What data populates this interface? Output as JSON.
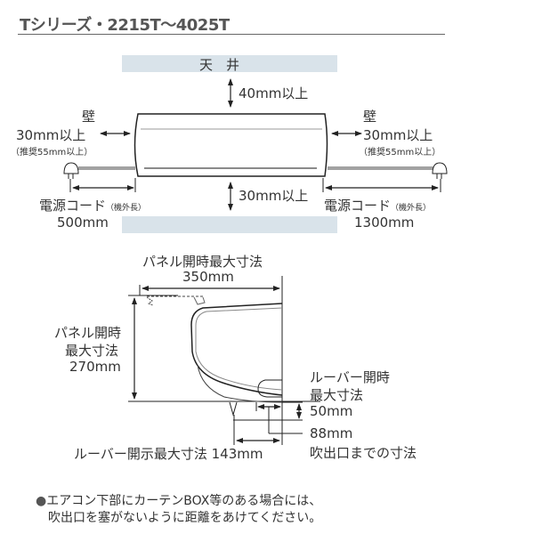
{
  "title": "Tシリーズ・2215T〜4025T",
  "top_view": {
    "ceiling_label": "天　井",
    "top_clearance": "40mm以上",
    "bottom_clearance": "30mm以上",
    "left": {
      "wall_label": "壁",
      "clearance": "30mm以上",
      "recommended": "（推奨55mm以上）",
      "cord_label": "電源コード",
      "cord_note": "（機外長）",
      "cord_length": "500mm"
    },
    "right": {
      "wall_label": "壁",
      "clearance": "30mm以上",
      "recommended": "（推奨55mm以上）",
      "cord_label": "電源コード",
      "cord_note": "（機外長）",
      "cord_length": "1300mm"
    }
  },
  "side_view": {
    "panel_open_width_label": "パネル開時最大寸法",
    "panel_open_width_value": "350mm",
    "panel_open_height_label_1": "パネル開時",
    "panel_open_height_label_2": "最大寸法",
    "panel_open_height_value": "270mm",
    "louver_open_label_1": "ルーバー開時",
    "louver_open_label_2": "最大寸法",
    "louver_open_value": "50mm",
    "outlet_distance_value": "88mm",
    "outlet_distance_label": "吹出口までの寸法",
    "louver_open_depth_label": "ルーバー開示最大寸法 143mm"
  },
  "note": {
    "bullet": "●",
    "line1": "エアコン下部にカーテンBOX等のある場合には、",
    "line2": "吹出口を塞がないように距離をあけてください。"
  },
  "colors": {
    "band": "#d9e3ea",
    "text": "#333333",
    "line": "#222222"
  }
}
